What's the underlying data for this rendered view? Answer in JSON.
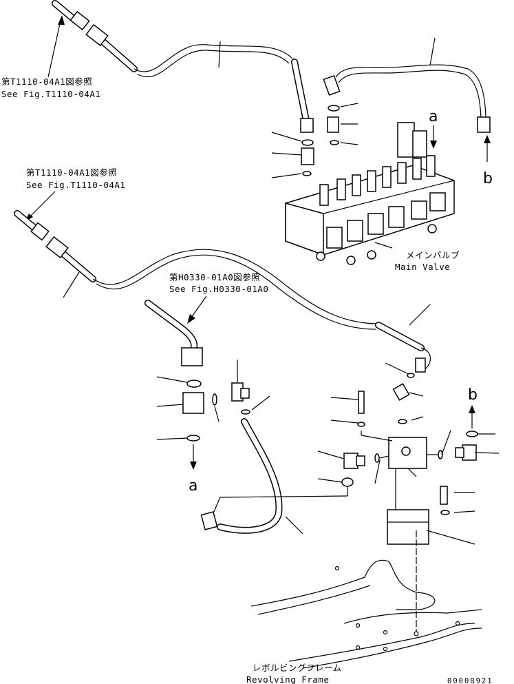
{
  "refs": {
    "ref1_jp": "第T1110-04A1図参照",
    "ref1_en": "See Fig.T1110-04A1",
    "ref2_jp": "第T1110-04A1図参照",
    "ref2_en": "See Fig.T1110-04A1",
    "ref3_jp": "第H0330-01A0図参照",
    "ref3_en": "See Fig.H0330-01A0"
  },
  "components": {
    "main_valve_jp": "メインバルブ",
    "main_valve_en": "Main Valve",
    "frame_jp": "レボルビングフレーム",
    "frame_en": "Revolving Frame"
  },
  "markers": {
    "a_top": "a",
    "b_right": "b",
    "a_bottom": "a",
    "b_mid": "b"
  },
  "figure_number": "00008921"
}
